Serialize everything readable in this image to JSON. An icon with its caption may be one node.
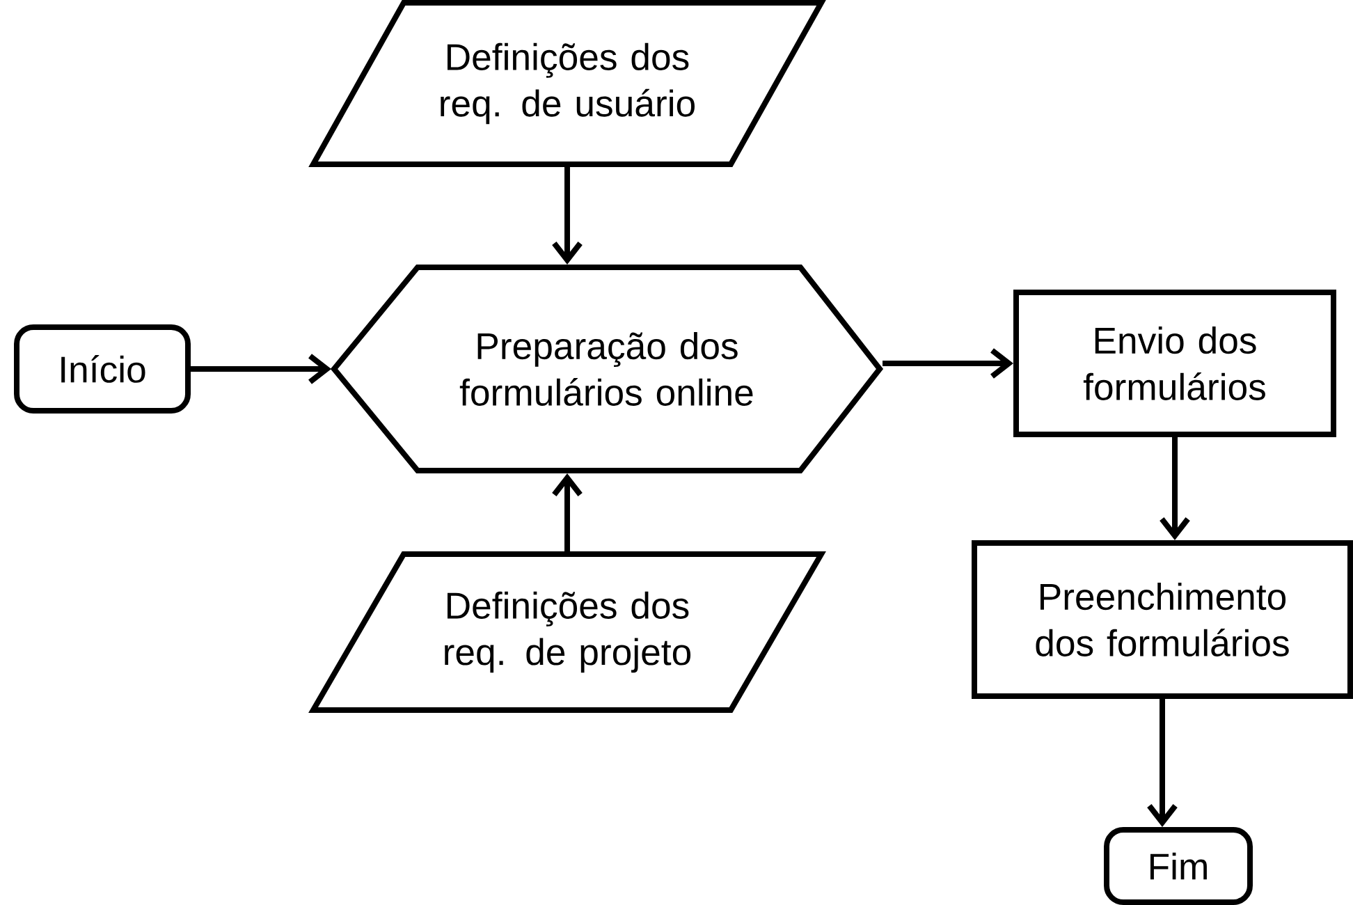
{
  "diagram": {
    "nodes": [
      {
        "text": [
          "Definições dos req. de usuário"
        ]
      },
      {
        "text": [
          "Início"
        ]
      },
      {
        "text": [
          "Preparação dos formulários online"
        ]
      },
      {
        "text": [
          "Envio dos formulários"
        ]
      },
      {
        "text": [
          "Definições dos req. de projeto"
        ]
      },
      {
        "text": [
          "Preenchimento dos formulários"
        ]
      },
      {
        "text": [
          "Fim"
        ]
      }
    ],
    "edges": [
      {
        "from": 0,
        "to": 2,
        "arrow": "to"
      },
      {
        "from": 1,
        "to": 2,
        "arrow": "to"
      },
      {
        "from": 4,
        "to": 2,
        "arrow": "to"
      },
      {
        "from": 2,
        "to": 3,
        "arrow": "to"
      },
      {
        "from": 3,
        "to": 5,
        "arrow": "to"
      },
      {
        "from": 5,
        "to": 6,
        "arrow": "to"
      }
    ]
  }
}
